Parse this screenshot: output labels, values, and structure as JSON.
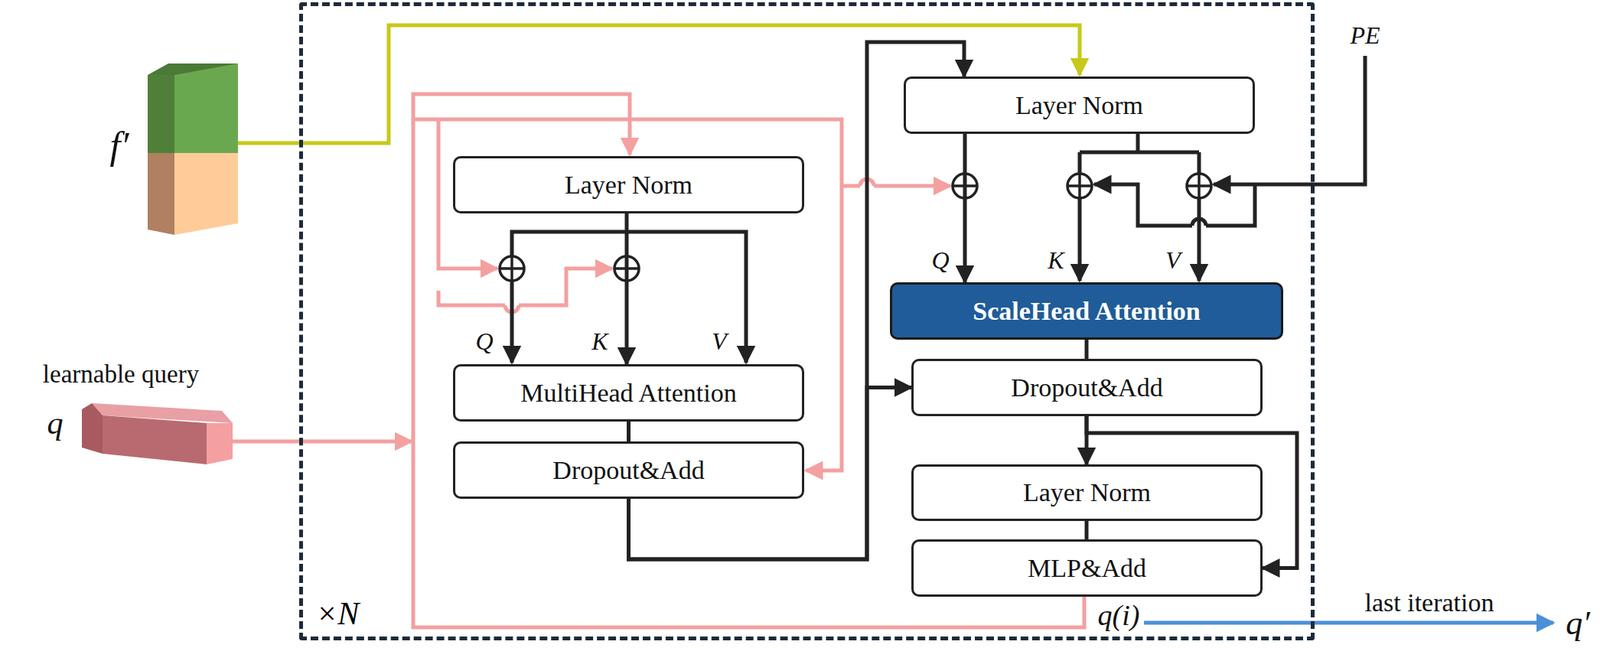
{
  "diagram": {
    "nodes": [
      {
        "text": [
          "×N"
        ]
      },
      {
        "text": [
          "Layer Norm"
        ],
        "in": 0
      },
      {
        "text": [
          "MultiHead Attention"
        ],
        "in": 0
      },
      {
        "text": [
          "Dropout&Add"
        ],
        "in": 0
      },
      {
        "text": [
          "Layer Norm"
        ],
        "in": 0
      },
      {
        "text": [
          "ScaleHead Attention"
        ],
        "in": 0
      },
      {
        "text": [
          "Dropout&Add"
        ],
        "in": 0
      },
      {
        "text": [
          "Layer Norm"
        ],
        "in": 0
      },
      {
        "text": [
          "MLP&Add"
        ],
        "in": 0
      }
    ],
    "edges": [
      {
        "from": 1,
        "to": 2,
        "arrow": "to"
      },
      {
        "from": 2,
        "to": 3,
        "arrow": "none"
      },
      {
        "from": 3,
        "to": 4,
        "arrow": "to"
      },
      {
        "from": 3,
        "to": 6,
        "arrow": "to"
      },
      {
        "from": 4,
        "to": 5,
        "arrow": "to"
      },
      {
        "from": 5,
        "to": 6,
        "arrow": "none"
      },
      {
        "from": 6,
        "to": 7,
        "arrow": "to"
      },
      {
        "from": 7,
        "to": 8,
        "arrow": "none"
      },
      {
        "from": 6,
        "to": 8,
        "arrow": "to"
      }
    ],
    "labels": [
      "f′",
      "learnable query",
      "q",
      "PE",
      "Q",
      "K",
      "V",
      "Q",
      "K",
      "V",
      "q(i)",
      "last iteration",
      "q′"
    ]
  }
}
